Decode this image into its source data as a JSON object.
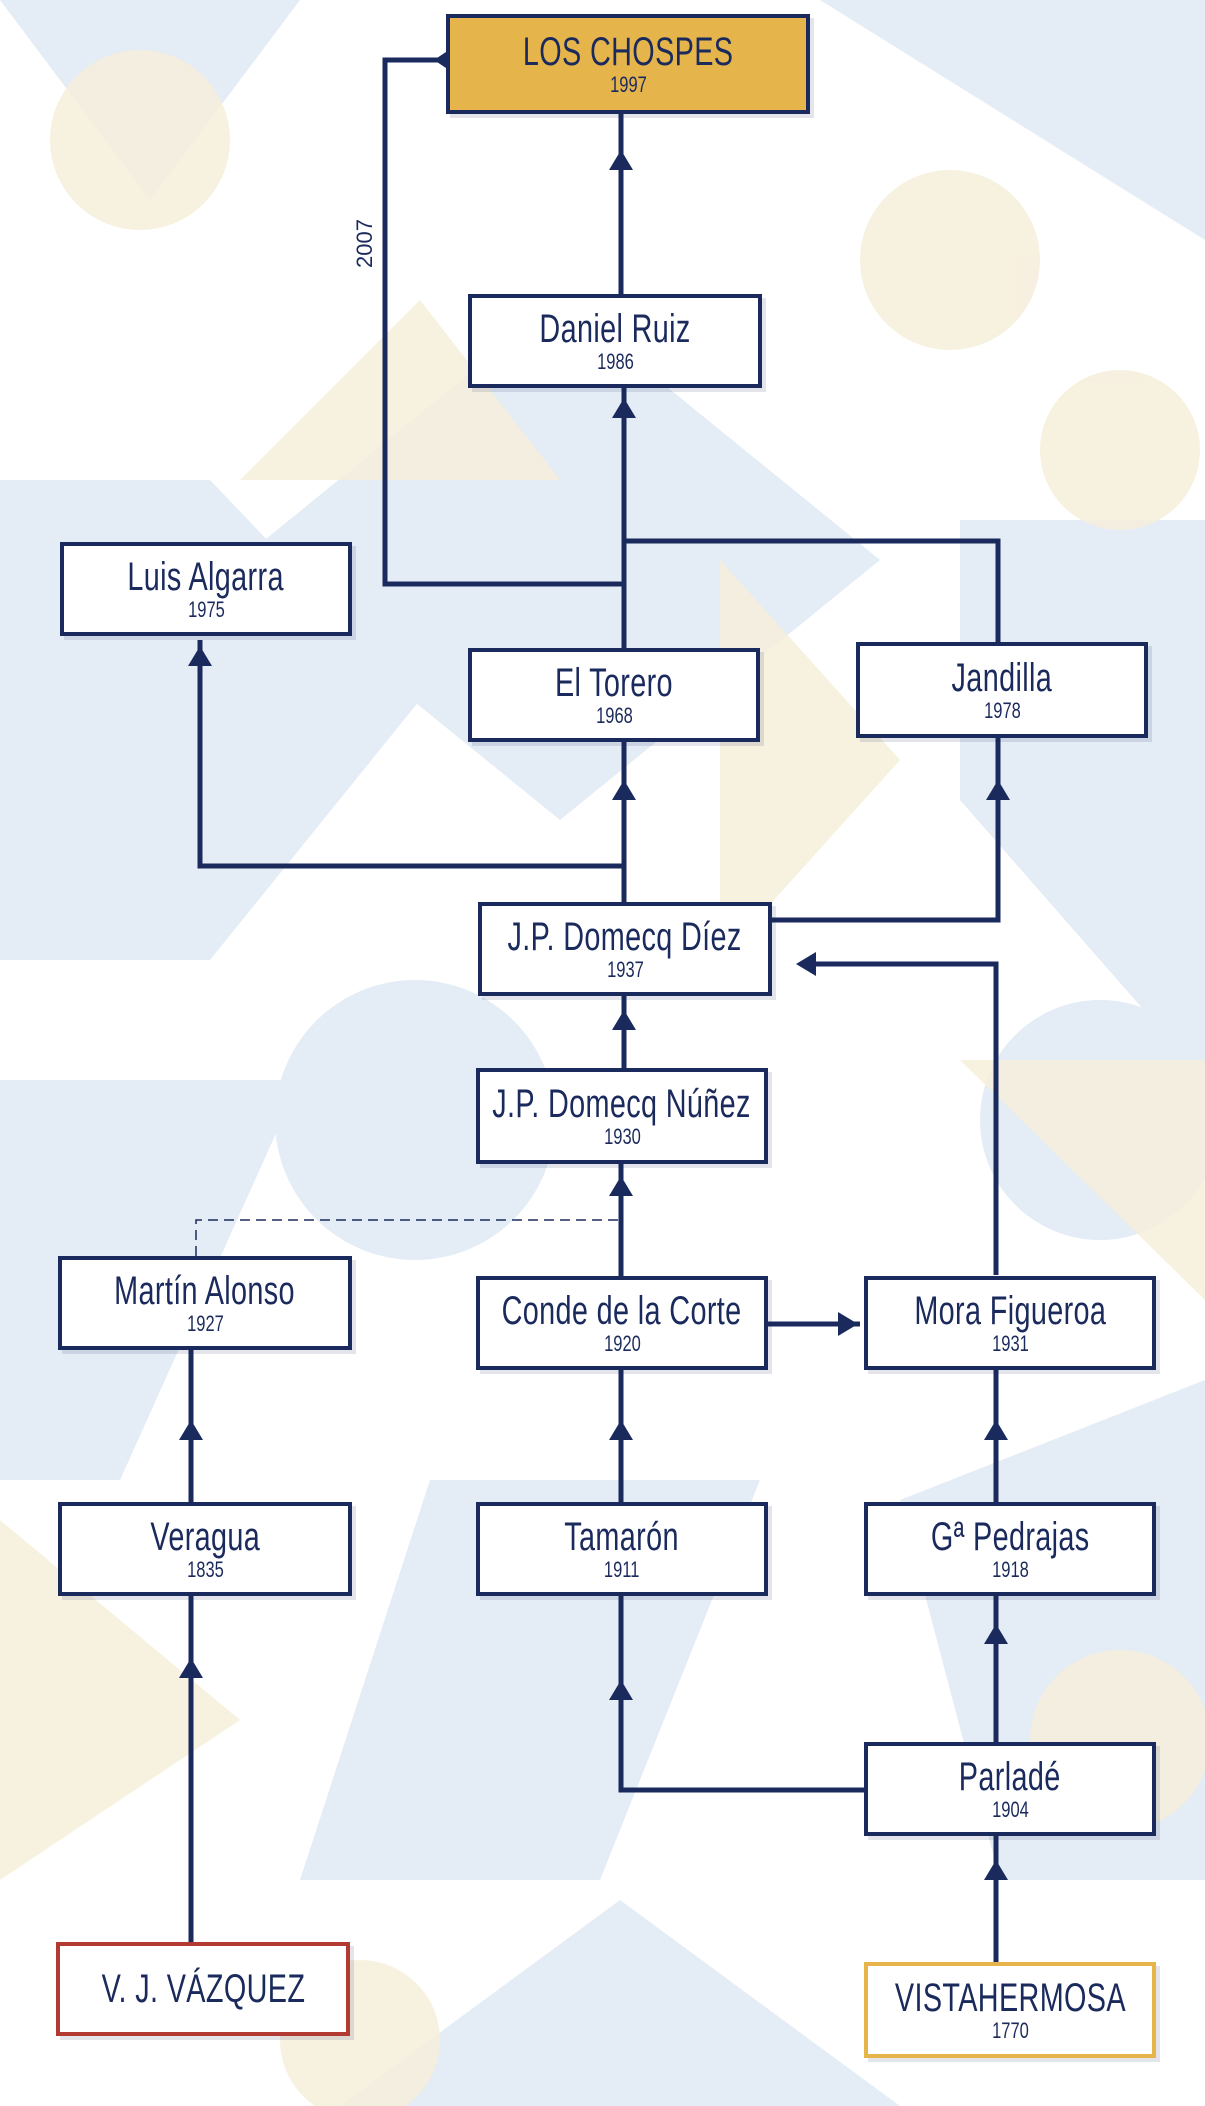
{
  "colors": {
    "line": "#1b2a5c",
    "root_fill": "#e5b54b",
    "origin_red": "#b33a32",
    "origin_gold": "#e5b54b",
    "bg_blue": "#dbe6f2",
    "bg_cream": "#f6eedb"
  },
  "nodes": {
    "chospes": {
      "name": "LOS CHOSPES",
      "year": "1997"
    },
    "daniel": {
      "name": "Daniel Ruiz",
      "year": "1986"
    },
    "algarra": {
      "name": "Luis Algarra",
      "year": "1975"
    },
    "torero": {
      "name": "El Torero",
      "year": "1968"
    },
    "jandilla": {
      "name": "Jandilla",
      "year": "1978"
    },
    "jpdiez": {
      "name": "J.P. Domecq Díez",
      "year": "1937"
    },
    "jpnunez": {
      "name": "J.P. Domecq Núñez",
      "year": "1930"
    },
    "martin": {
      "name": "Martín Alonso",
      "year": "1927"
    },
    "conde": {
      "name": "Conde de la Corte",
      "year": "1920"
    },
    "mora": {
      "name": "Mora Figueroa",
      "year": "1931"
    },
    "veragua": {
      "name": "Veragua",
      "year": "1835"
    },
    "tamaron": {
      "name": "Tamarón",
      "year": "1911"
    },
    "pedrajas": {
      "name": "Gª Pedrajas",
      "year": "1918"
    },
    "parlade": {
      "name": "Parladé",
      "year": "1904"
    },
    "vjvazquez": {
      "name": "V. J. VÁZQUEZ",
      "year": ""
    },
    "vista": {
      "name": "VISTAHERMOSA",
      "year": "1770"
    }
  },
  "edge_label": "2007"
}
